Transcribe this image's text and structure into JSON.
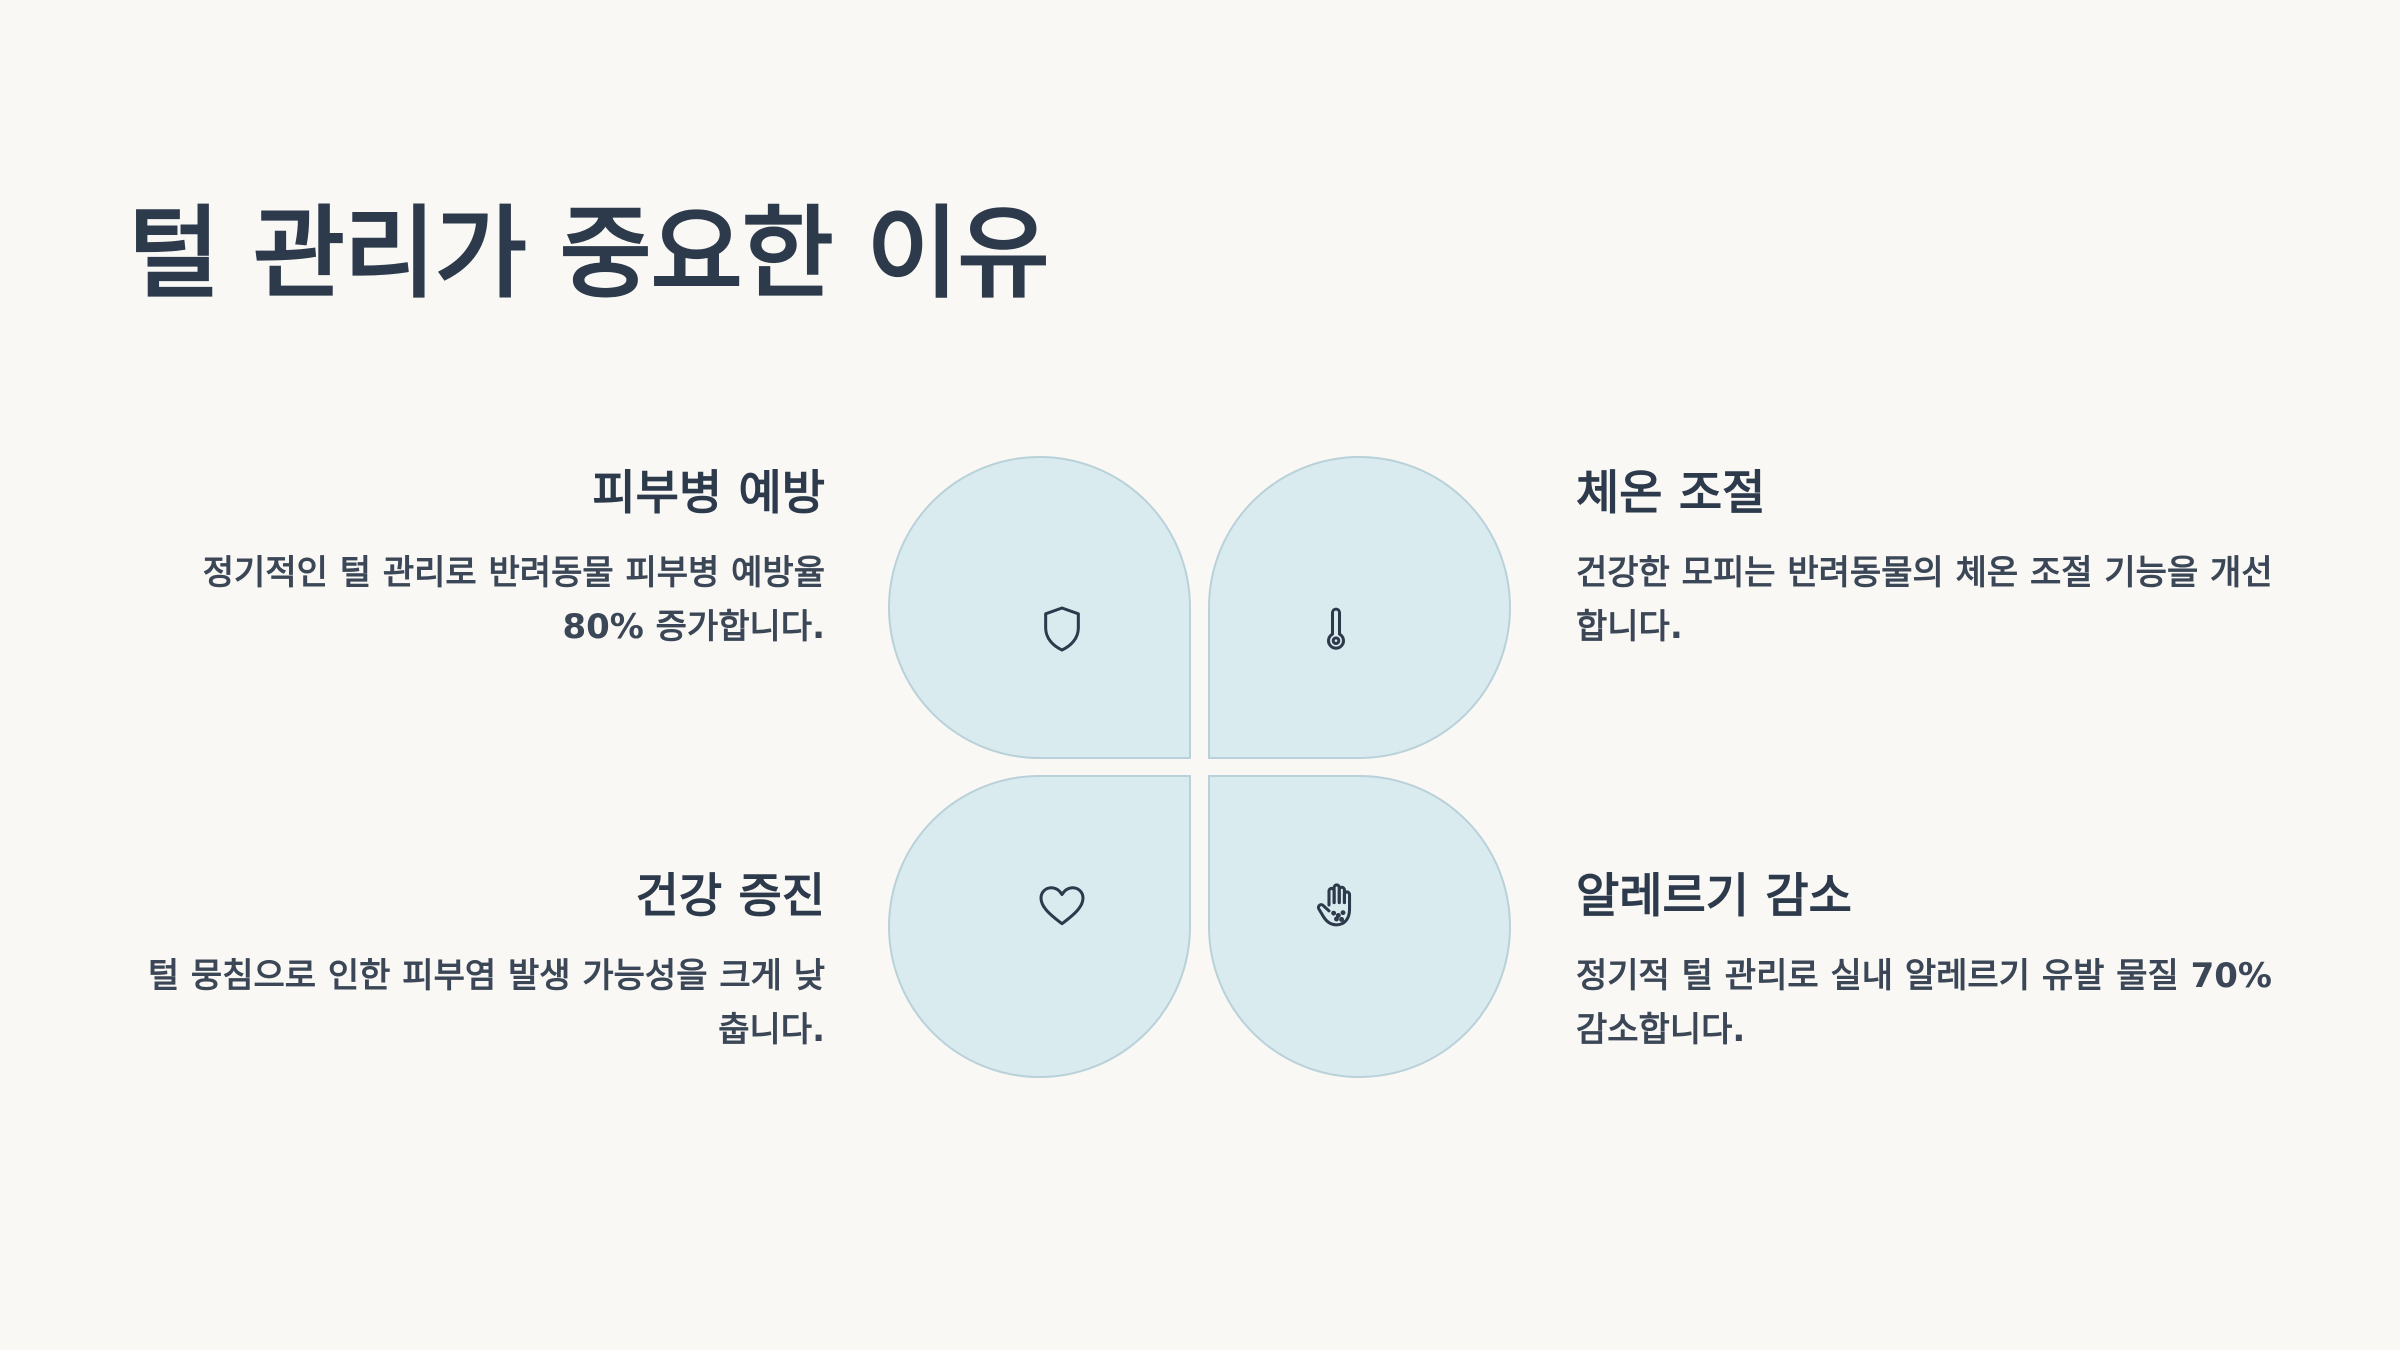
{
  "title": "털 관리가 중요한 이유",
  "items": [
    {
      "heading": "피부병 예방",
      "text": "정기적인 털 관리로 반려동물 피부병 예방율 80% 증가합니다.",
      "icon": "shield-icon"
    },
    {
      "heading": "체온 조절",
      "text": "건강한 모피는 반려동물의 체온 조절 기능을 개선합니다.",
      "icon": "thermometer-icon"
    },
    {
      "heading": "건강 증진",
      "text": "털 뭉침으로 인한 피부염 발생 가능성을 크게 낮춥니다.",
      "icon": "heart-icon"
    },
    {
      "heading": "알레르기 감소",
      "text": "정기적 털 관리로 실내 알레르기 유발 물질 70% 감소합니다.",
      "icon": "hand-icon"
    }
  ],
  "colors": {
    "background": "#f9f8f5",
    "text": "#2d3a4b",
    "petal_fill": "#daebf0",
    "petal_border": "#b9d1d8"
  }
}
